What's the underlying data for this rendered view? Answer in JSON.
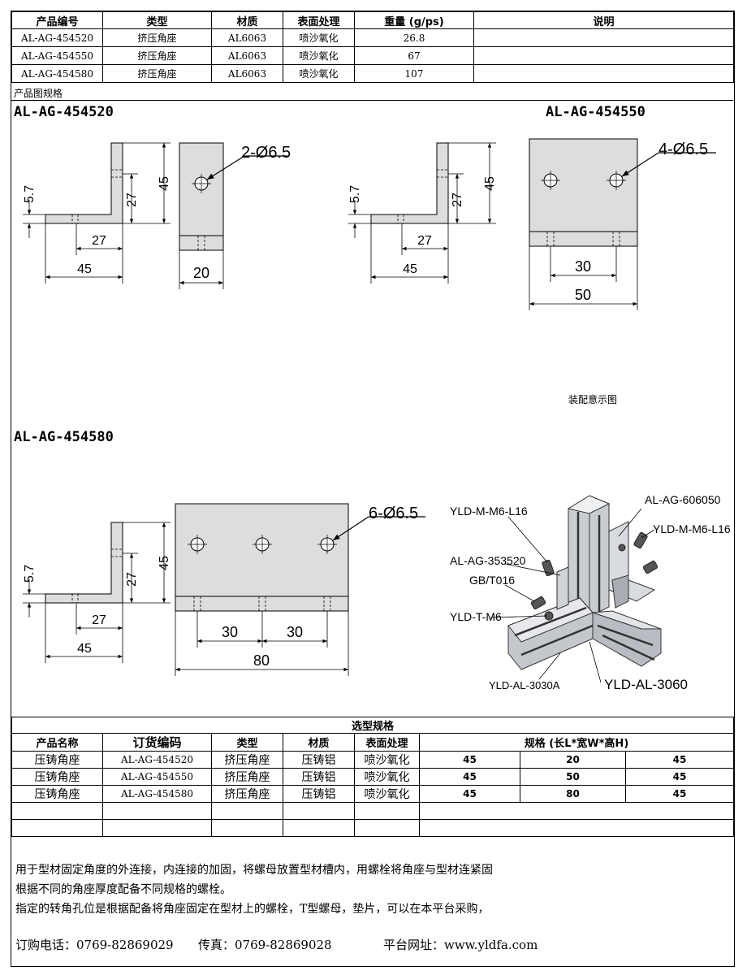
{
  "spec_table": {
    "headers": [
      "产品编号",
      "类型",
      "材质",
      "表面处理",
      "重量 (g/ps)",
      "说明"
    ],
    "rows": [
      [
        "AL-AG-454520",
        "挤压角座",
        "AL6063",
        "喷沙氧化",
        "26.8",
        ""
      ],
      [
        "AL-AG-454550",
        "挤压角座",
        "AL6063",
        "喷沙氧化",
        "67",
        ""
      ],
      [
        "AL-AG-454580",
        "挤压角座",
        "AL6063",
        "喷沙氧化",
        "107",
        ""
      ]
    ]
  },
  "drawing_section_label": "产品图规格",
  "drawings": {
    "d1": {
      "title": "AL-AG-454520",
      "callout": "2-Ø6.5",
      "dims": [
        "5.7",
        "27",
        "45",
        "27",
        "45",
        "20"
      ]
    },
    "d2": {
      "title": "AL-AG-454550",
      "callout": "4-Ø6.5",
      "dims": [
        "5.7",
        "27",
        "45",
        "27",
        "45",
        "30",
        "50"
      ]
    },
    "d3": {
      "title": "AL-AG-454580",
      "callout": "6-Ø6.5",
      "dims": [
        "5.7",
        "27",
        "45",
        "27",
        "45",
        "30",
        "30",
        "80"
      ]
    }
  },
  "assembly": {
    "caption": "装配意示图",
    "labels": {
      "bolt_left": "YLD-M-M6-L16",
      "bracket_top": "AL-AG-606050",
      "bolt_right": "YLD-M-M6-L16",
      "bracket_left": "AL-AG-353520",
      "washer": "GB/T016",
      "tnut": "YLD-T-M6",
      "profile_a": "YLD-AL-3030A",
      "profile_b": "YLD-AL-3060"
    }
  },
  "selection_table": {
    "title": "选型规格",
    "headers": [
      "产品名称",
      "订货编码",
      "类型",
      "材质",
      "表面处理",
      "规格 (长L*宽W*高H)"
    ],
    "rows": [
      [
        "压铸角座",
        "AL-AG-454520",
        "挤压角座",
        "压铸铝",
        "喷沙氧化",
        "45",
        "20",
        "45"
      ],
      [
        "压铸角座",
        "AL-AG-454550",
        "挤压角座",
        "压铸铝",
        "喷沙氧化",
        "45",
        "50",
        "45"
      ],
      [
        "压铸角座",
        "AL-AG-454580",
        "挤压角座",
        "压铸铝",
        "喷沙氧化",
        "45",
        "80",
        "45"
      ]
    ]
  },
  "notes": [
    "用于型材固定角度的外连接，内连接的加固，将螺母放置型材槽内，用螺栓将角座与型材连紧固",
    "根据不同的角座厚度配备不同规格的螺栓。",
    "指定的转角孔位是根据配备将角座固定在型材上的螺栓，T型螺母，垫片，可以在本平台采购，"
  ],
  "contact": {
    "phone": "订购电话：0769-82869029",
    "fax": "传真：0769-82869028",
    "website": "平台网址：www.yldfa.com"
  }
}
